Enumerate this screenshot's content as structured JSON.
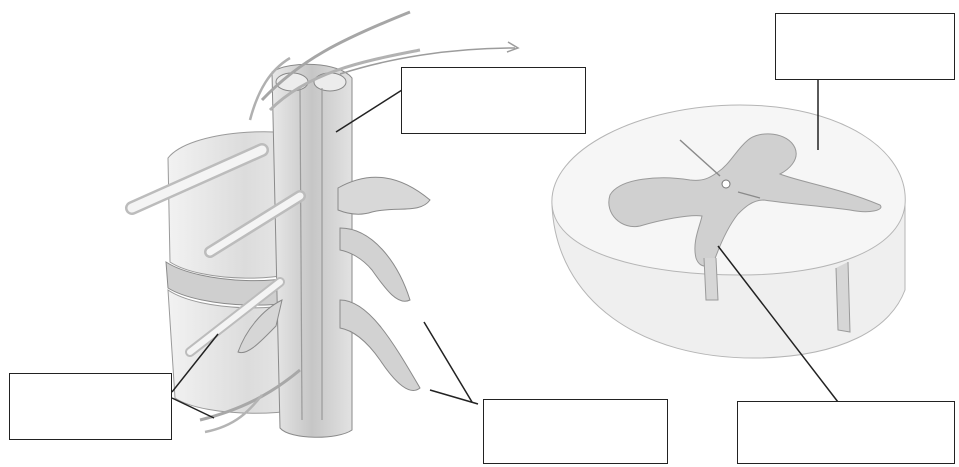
{
  "diagram": {
    "label_boxes": [
      {
        "id": "box-top-middle",
        "text": ""
      },
      {
        "id": "box-top-right",
        "text": ""
      },
      {
        "id": "box-bottom-left",
        "text": ""
      },
      {
        "id": "box-bottom-middle",
        "text": ""
      },
      {
        "id": "box-bottom-right",
        "text": ""
      }
    ],
    "colors": {
      "line": "#222222",
      "bone": "#e6e6e6",
      "cord": "#d2d2d2",
      "white_matter": "#f4f4f4",
      "gray_matter": "#c9c9c9"
    },
    "icons": [
      "vertebral-column-illustration",
      "spinal-cord-cross-section-illustration"
    ]
  }
}
